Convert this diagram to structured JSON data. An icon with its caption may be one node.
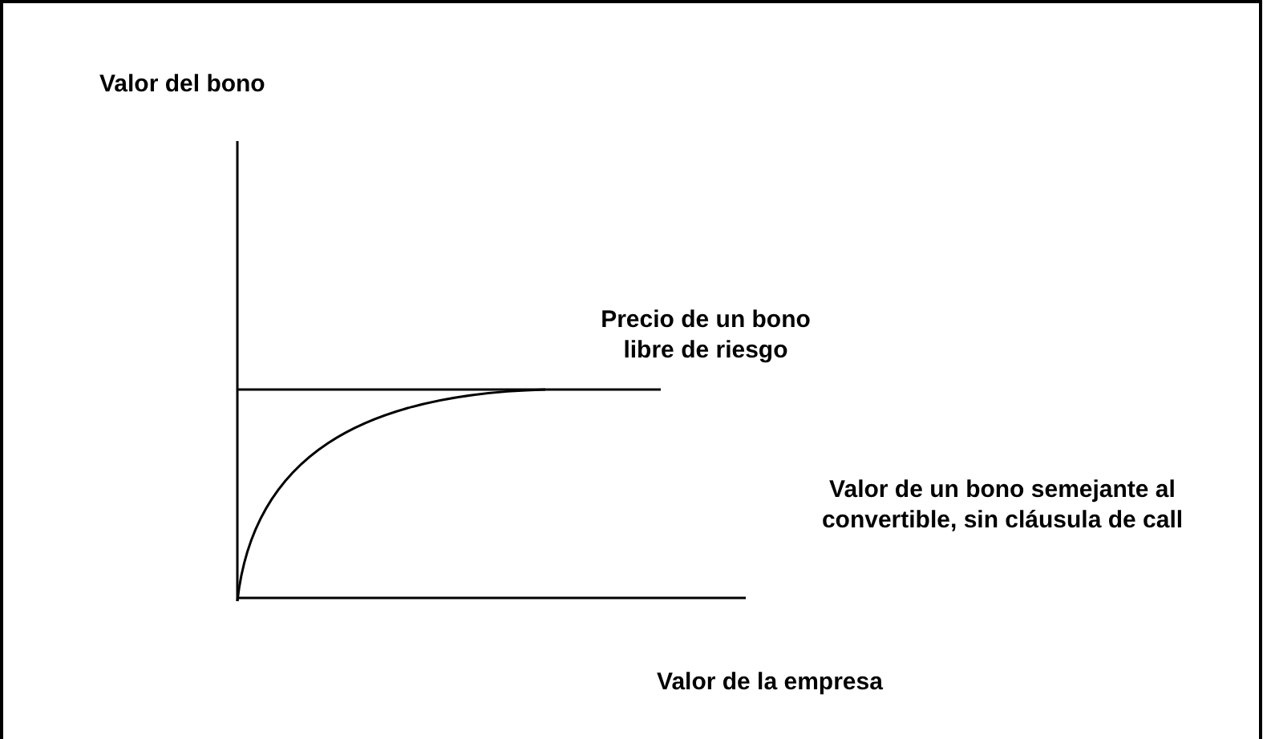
{
  "diagram": {
    "labels": [
      "Valor del bono",
      "Precio de un bono libre de riesgo",
      "Valor de un bono semejante al convertible, sin cláusula de call",
      "Valor de la empresa"
    ]
  }
}
